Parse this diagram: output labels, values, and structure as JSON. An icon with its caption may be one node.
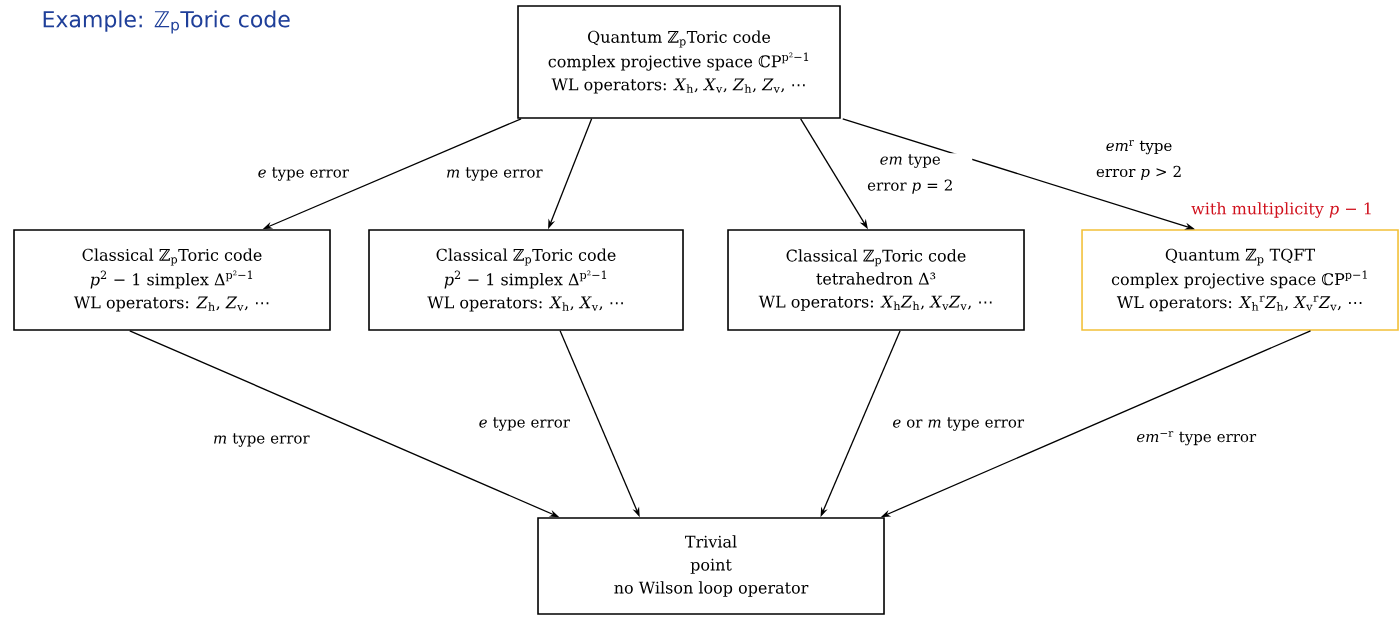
{
  "diagram": {
    "title": "Example: ℤ$_{p}$Toric code",
    "nodes": [
      {
        "text": [
          "Quantum ℤ$_{p}$Toric code",
          "complex projective space ℂP$^{p²−1}$",
          "WL operators: *X*$_{h}$, *X*$_{v}$, *Z*$_{h}$, *Z*$_{v}$, ⋯"
        ]
      },
      {
        "text": [
          "Classical ℤ$_{p}$Toric code",
          "*p*$^{2}$ − 1 simplex Δ$^{p²−1}$",
          "WL operators: *Z*$_{h}$, *Z*$_{v}$, ⋯"
        ]
      },
      {
        "text": [
          "Classical ℤ$_{p}$Toric code",
          "*p*$^{2}$ − 1 simplex Δ$^{p²−1}$",
          "WL operators: *X*$_{h}$, *X*$_{v}$, ⋯"
        ]
      },
      {
        "text": [
          "Classical ℤ$_{p}$Toric code",
          "tetrahedron Δ³",
          "WL operators: *X*$_{h}$*Z*$_{h}$, *X*$_{v}$*Z*$_{v}$, ⋯"
        ]
      },
      {
        "text": [
          "Quantum ℤ$_{p}$ TQFT",
          "complex projective space ℂP$^{p−1}$",
          "WL operators: *X*$_{h}$$^{r}$*Z*$_{h}$, *X*$_{v}$$^{r}$*Z*$_{v}$, ⋯"
        ]
      },
      {
        "text": [
          "Trivial",
          "point",
          "no Wilson loop operator"
        ]
      }
    ],
    "edges": [
      {
        "from": 0,
        "to": 1,
        "arrow": "to",
        "label": "*e* type error"
      },
      {
        "from": 0,
        "to": 2,
        "arrow": "to",
        "label": "*m* type error"
      },
      {
        "from": 0,
        "to": 3,
        "arrow": "to",
        "label": "*em* type error *p* = 2"
      },
      {
        "from": 0,
        "to": 4,
        "arrow": "to",
        "label": "*em*$^{r}$ type error *p* > 2"
      },
      {
        "from": 1,
        "to": 5,
        "arrow": "to",
        "label": "*m* type error"
      },
      {
        "from": 2,
        "to": 5,
        "arrow": "to",
        "label": "*e* type error"
      },
      {
        "from": 3,
        "to": 5,
        "arrow": "to",
        "label": "*e* or *m* type error"
      },
      {
        "from": 4,
        "to": 5,
        "arrow": "to",
        "label": "*em*$^{−r}$ type error"
      }
    ],
    "labels": [
      "with multiplicity *p* − 1"
    ]
  }
}
